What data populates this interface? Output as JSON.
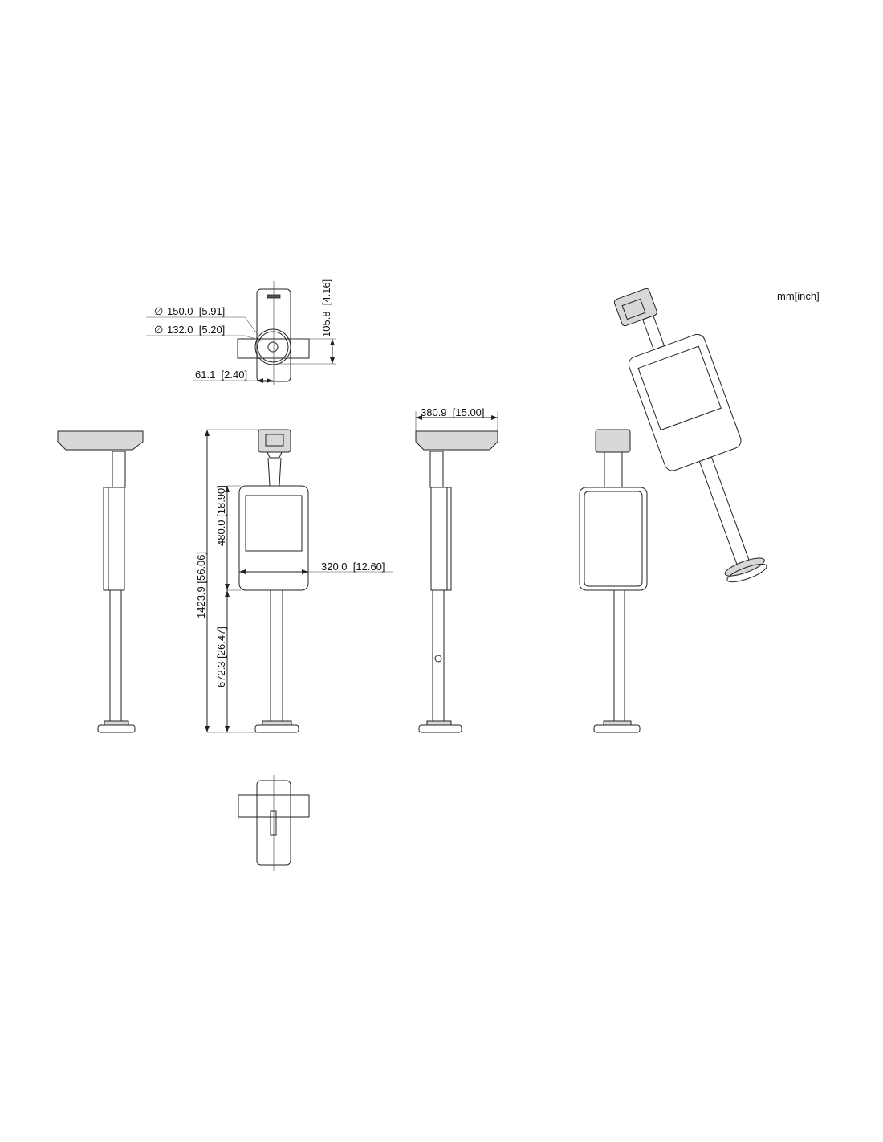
{
  "units_label": "mm[inch]",
  "dimensions": {
    "dia_150": "150.0  [5.91]",
    "dia_132": "132.0  [5.20]",
    "dia_symbol": "∅",
    "height_105": "105.8  [4.16]",
    "offset_61": "61.1  [2.40]",
    "width_380": "380.9  [15.00]",
    "total_height": "1423.9 [56.06]",
    "panel_height": "480.0 [18.90]",
    "pole_height": "672.3 [26.47]",
    "panel_width": "320.0  [12.60]"
  },
  "colors": {
    "line": "#222222",
    "background": "#ffffff"
  }
}
